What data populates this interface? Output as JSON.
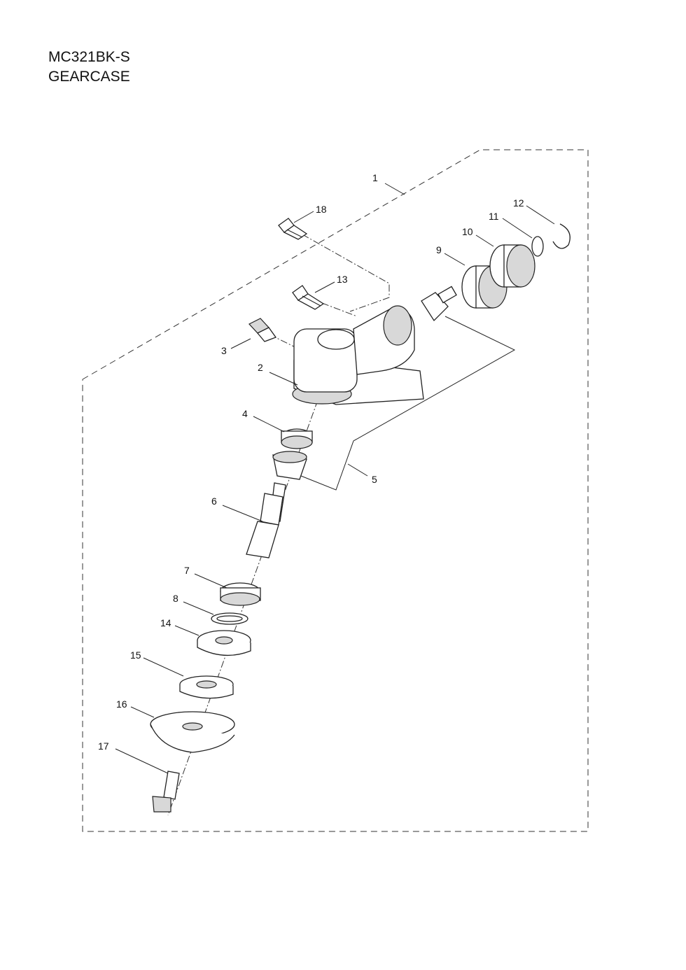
{
  "header": {
    "model": "MC321BK-S",
    "section": "GEARCASE"
  },
  "callouts": [
    {
      "id": "c1",
      "label": "1"
    },
    {
      "id": "c2",
      "label": "2"
    },
    {
      "id": "c3",
      "label": "3"
    },
    {
      "id": "c4",
      "label": "4"
    },
    {
      "id": "c5",
      "label": "5"
    },
    {
      "id": "c6",
      "label": "6"
    },
    {
      "id": "c7",
      "label": "7"
    },
    {
      "id": "c8",
      "label": "8"
    },
    {
      "id": "c9",
      "label": "9"
    },
    {
      "id": "c10",
      "label": "10"
    },
    {
      "id": "c11",
      "label": "11"
    },
    {
      "id": "c12",
      "label": "12"
    },
    {
      "id": "c13",
      "label": "13"
    },
    {
      "id": "c14",
      "label": "14"
    },
    {
      "id": "c15",
      "label": "15"
    },
    {
      "id": "c16",
      "label": "16"
    },
    {
      "id": "c17",
      "label": "17"
    },
    {
      "id": "c18",
      "label": "18"
    }
  ]
}
